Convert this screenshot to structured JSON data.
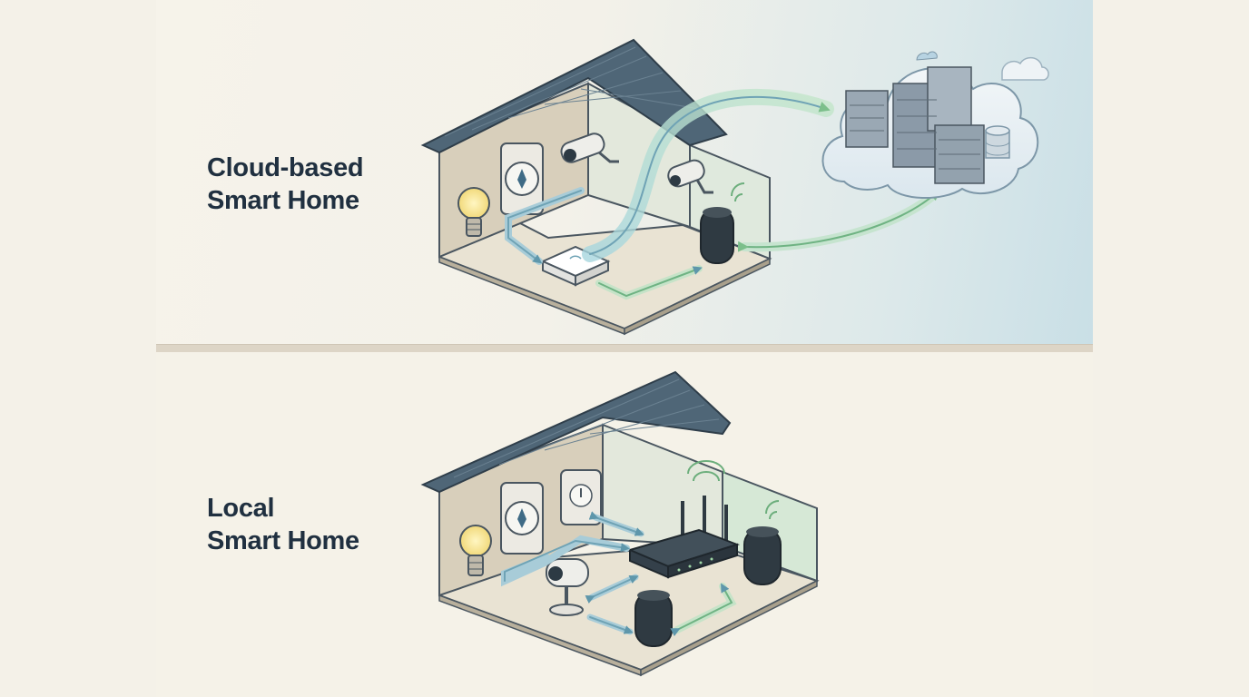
{
  "cloud_section": {
    "title_line1": "Cloud-based",
    "title_line2": "Smart Home"
  },
  "local_section": {
    "title_line1": "Local",
    "title_line2": "Smart Home"
  },
  "colors": {
    "roof": "#4f6677",
    "wall": "#d9d1bd",
    "floor": "#e9e3d3",
    "arrow": "#6fa3b5",
    "arrow_green": "#8fc79a",
    "outline": "#4a5660"
  }
}
